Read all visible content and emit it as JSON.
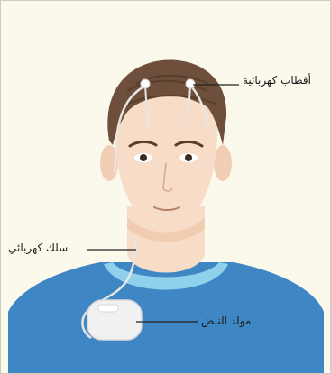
{
  "labels": {
    "electrodes": "أقطاب كهربائية",
    "wire": "سلك كهربائي",
    "pulse_generator": "مولد النبض"
  },
  "colors": {
    "background": "#fbf8ec",
    "skin": "#f7dcc7",
    "skin_shadow": "#eec4a8",
    "hair": "#6e4f3b",
    "shirt": "#3f86c4",
    "collar": "#8fd0ec",
    "device": "#f1f1f1",
    "wire": "#e6e6e6"
  },
  "icons": {
    "electrode": "electrode-dot-icon",
    "device": "pulse-generator-icon"
  }
}
